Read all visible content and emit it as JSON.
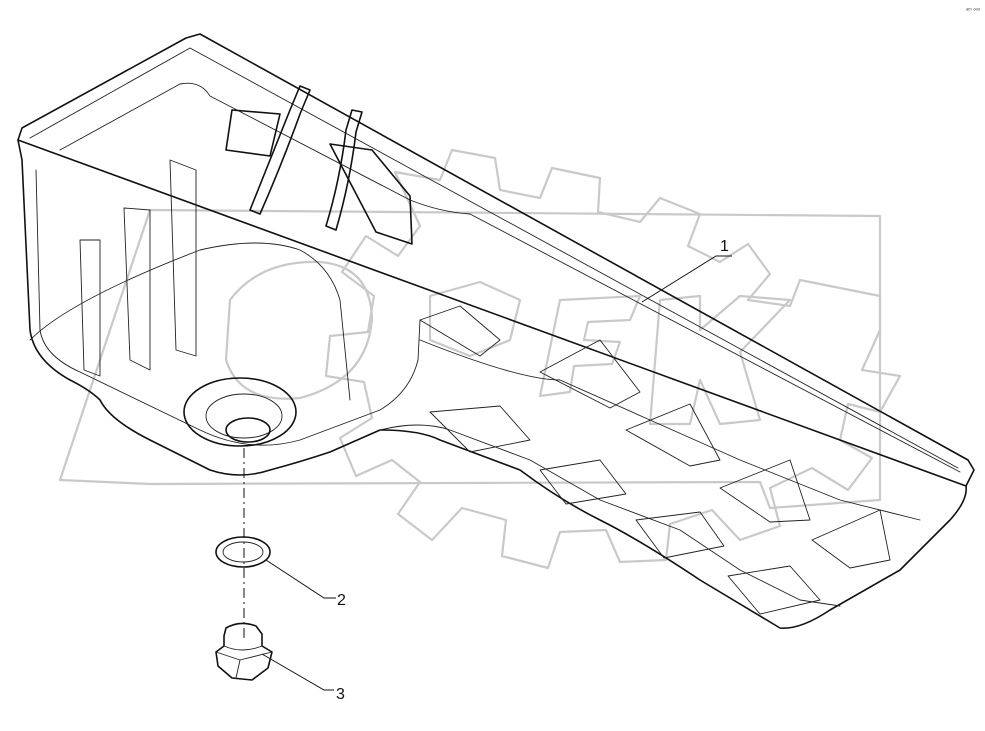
{
  "reference_code": "ᵃᵐ ᵒᵒᵒ",
  "callouts": [
    {
      "number": "1",
      "part": "oil-pan"
    },
    {
      "number": "2",
      "part": "sealing-ring"
    },
    {
      "number": "3",
      "part": "drain-plug"
    }
  ],
  "colors": {
    "line": "#111111",
    "watermark": "#c9c9c9",
    "background": "#ffffff"
  }
}
